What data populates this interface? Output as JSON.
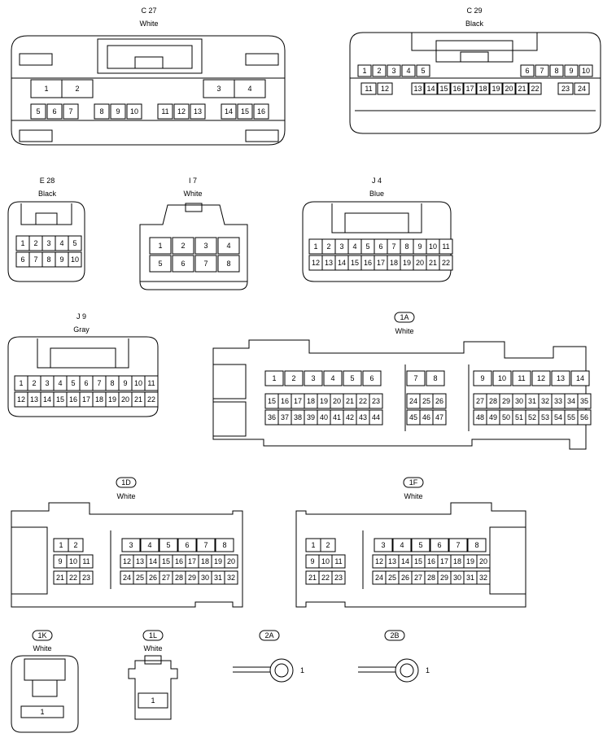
{
  "connectors": {
    "c27": {
      "code": "C 27",
      "color": "White",
      "pins": [
        "1",
        "2",
        "3",
        "4",
        "5",
        "6",
        "7",
        "8",
        "9",
        "10",
        "11",
        "12",
        "13",
        "14",
        "15",
        "16"
      ]
    },
    "c29": {
      "code": "C 29",
      "color": "Black",
      "pins": [
        "1",
        "2",
        "3",
        "4",
        "5",
        "6",
        "7",
        "8",
        "9",
        "10",
        "11",
        "12",
        "13",
        "14",
        "15",
        "16",
        "17",
        "18",
        "19",
        "20",
        "21",
        "22",
        "23",
        "24"
      ]
    },
    "e28": {
      "code": "E 28",
      "color": "Black",
      "pins": [
        "1",
        "2",
        "3",
        "4",
        "5",
        "6",
        "7",
        "8",
        "9",
        "10"
      ]
    },
    "i7": {
      "code": "I 7",
      "color": "White",
      "pins": [
        "1",
        "2",
        "3",
        "4",
        "5",
        "6",
        "7",
        "8"
      ]
    },
    "j4": {
      "code": "J 4",
      "color": "Blue",
      "pins": [
        "1",
        "2",
        "3",
        "4",
        "5",
        "6",
        "7",
        "8",
        "9",
        "10",
        "11",
        "12",
        "13",
        "14",
        "15",
        "16",
        "17",
        "18",
        "19",
        "20",
        "21",
        "22"
      ]
    },
    "j9": {
      "code": "J 9",
      "color": "Gray",
      "pins": [
        "1",
        "2",
        "3",
        "4",
        "5",
        "6",
        "7",
        "8",
        "9",
        "10",
        "11",
        "12",
        "13",
        "14",
        "15",
        "16",
        "17",
        "18",
        "19",
        "20",
        "21",
        "22"
      ]
    },
    "c1a": {
      "code": "1A",
      "color": "White",
      "pins": [
        "1",
        "2",
        "3",
        "4",
        "5",
        "6",
        "7",
        "8",
        "9",
        "10",
        "11",
        "12",
        "13",
        "14",
        "15",
        "16",
        "17",
        "18",
        "19",
        "20",
        "21",
        "22",
        "23",
        "24",
        "25",
        "26",
        "27",
        "28",
        "29",
        "30",
        "31",
        "32",
        "33",
        "34",
        "35",
        "36",
        "37",
        "38",
        "39",
        "40",
        "41",
        "42",
        "43",
        "44",
        "45",
        "46",
        "47",
        "48",
        "49",
        "50",
        "51",
        "52",
        "53",
        "54",
        "55",
        "56"
      ]
    },
    "c1d": {
      "code": "1D",
      "color": "White",
      "pins": [
        "1",
        "2",
        "3",
        "4",
        "5",
        "6",
        "7",
        "8",
        "9",
        "10",
        "11",
        "12",
        "13",
        "14",
        "15",
        "16",
        "17",
        "18",
        "19",
        "20",
        "21",
        "22",
        "23",
        "24",
        "25",
        "26",
        "27",
        "28",
        "29",
        "30",
        "31",
        "32"
      ]
    },
    "c1f": {
      "code": "1F",
      "color": "White",
      "pins": [
        "1",
        "2",
        "3",
        "4",
        "5",
        "6",
        "7",
        "8",
        "9",
        "10",
        "11",
        "12",
        "13",
        "14",
        "15",
        "16",
        "17",
        "18",
        "19",
        "20",
        "21",
        "22",
        "23",
        "24",
        "25",
        "26",
        "27",
        "28",
        "29",
        "30",
        "31",
        "32"
      ]
    },
    "c1k": {
      "code": "1K",
      "color": "White",
      "pins": [
        "1"
      ]
    },
    "c1l": {
      "code": "1L",
      "color": "White",
      "pins": [
        "1"
      ]
    },
    "c2a": {
      "code": "2A",
      "pins": [
        "1"
      ]
    },
    "c2b": {
      "code": "2B",
      "pins": [
        "1"
      ]
    }
  }
}
